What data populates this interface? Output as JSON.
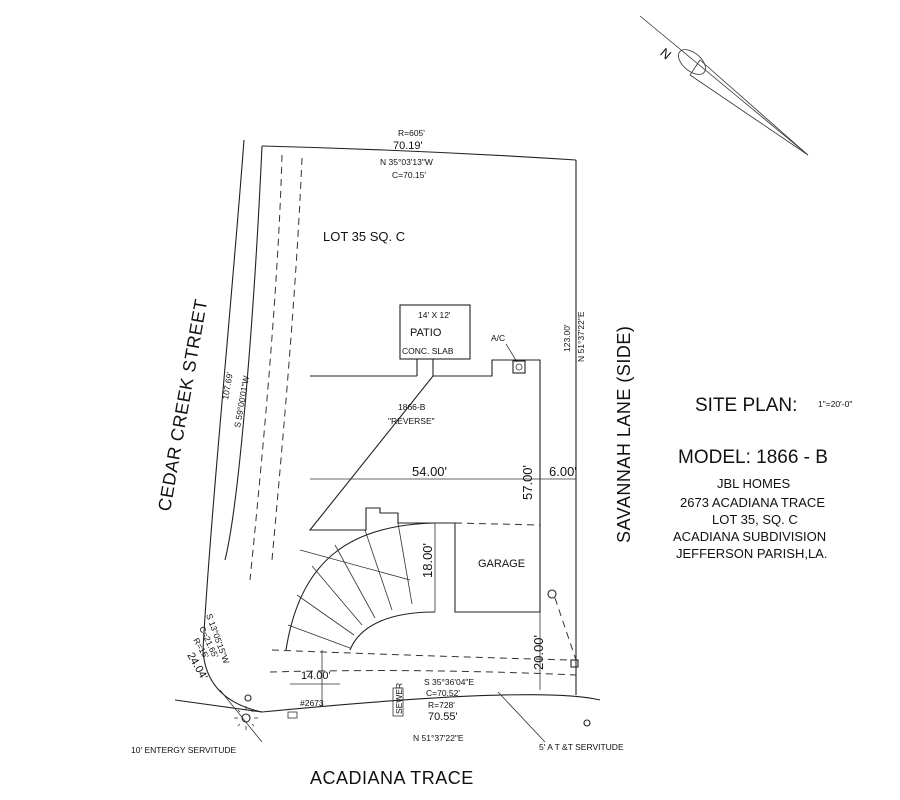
{
  "north_arrow": {
    "letter": "N"
  },
  "top_boundary": {
    "radius": "R=605'",
    "arc_length": "70.19'",
    "bearing": "N 35°03'13\"W",
    "chord": "C=70.15'"
  },
  "lot_label": "LOT 35   SQ. C",
  "patio": {
    "size": "14' X 12'",
    "label": "PATIO",
    "material": "CONC. SLAB"
  },
  "ac_label": "A/C",
  "right_boundary": {
    "length": "123.00'",
    "bearing": "N 51°37'22\"E"
  },
  "left_boundary": {
    "length": "107.69'",
    "bearing": "S 59°00'01\"W"
  },
  "house": {
    "model": "1866-B",
    "variant": "\"REVERSE\"",
    "width": "54.00'",
    "depth": "57.00'",
    "side_setback": "6.00'"
  },
  "garage": {
    "label": "GARAGE",
    "driveway_width": "18.00'",
    "front_setback": "20.00'"
  },
  "corner_curve": {
    "bearing": "S 13°05'15\"W",
    "chord": "C=21.65'",
    "radius": "R=15'",
    "arc": "24.04'"
  },
  "front_setback_left": "14.00'",
  "bottom_boundary": {
    "bearing": "S 35°36'04\"E",
    "chord": "C=70.52'",
    "radius": "R=728'",
    "arc_length": "70.55'"
  },
  "sewer_label": "SEWER",
  "address_number": "#2673",
  "street_bearing": "N 51°37'22\"E",
  "entergy_servitude": "10' ENTERGY SERVITUDE",
  "att_servitude": "5' A T &T SERVITUDE",
  "streets": {
    "cedar_creek": "CEDAR CREEK STREET",
    "savannah_lane": "SAVANNAH LANE (SIDE)",
    "acadiana_trace": "ACADIANA  TRACE"
  },
  "info": {
    "site_plan": "SITE PLAN:",
    "scale": "1\"=20'-0\"",
    "model": "MODEL:  1866 - B",
    "builder": "JBL  HOMES",
    "address": "2673 ACADIANA TRACE",
    "lot": "LOT 35, SQ. C",
    "subdivision": "ACADIANA SUBDIVISION",
    "parish": "JEFFERSON PARISH,LA."
  }
}
